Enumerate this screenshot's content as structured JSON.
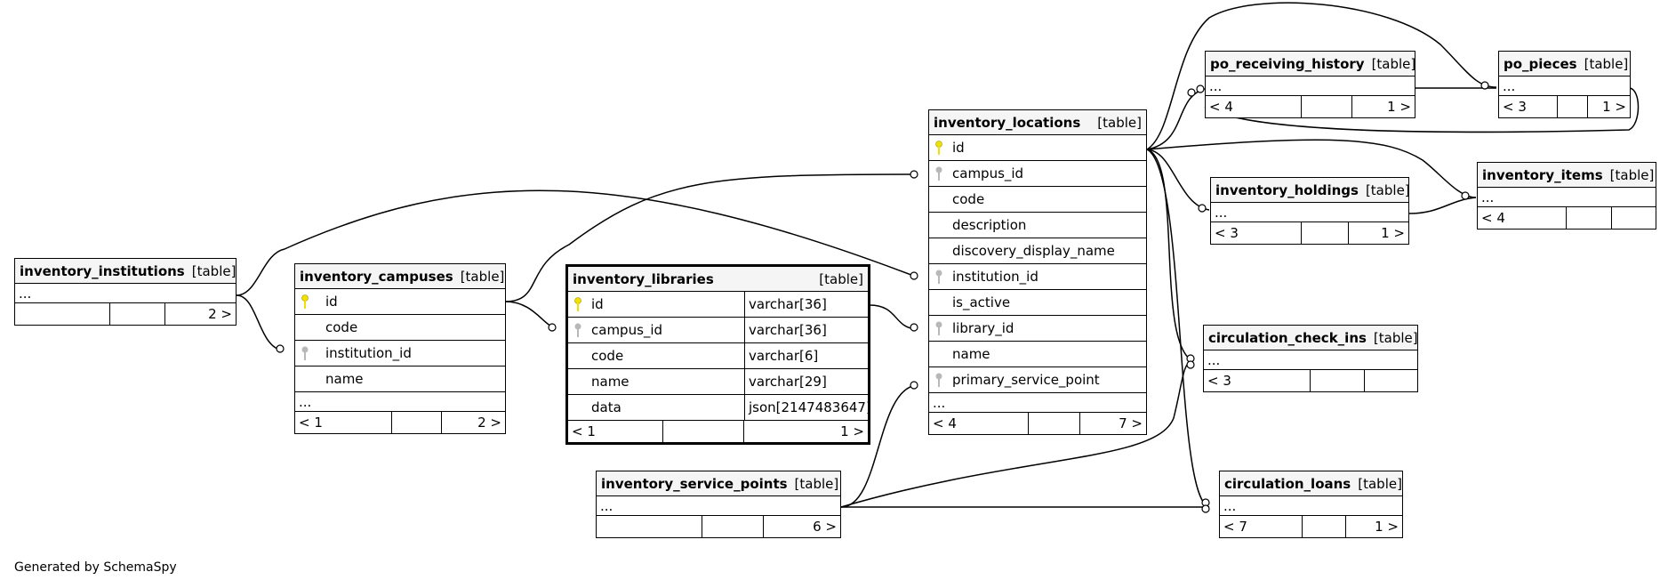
{
  "credit": "Generated by SchemaSpy",
  "colors": {
    "primary_key": "#f0e000",
    "foreign_key": "#b8b8b8",
    "header_bg": "#f5f5f5"
  },
  "tables": {
    "inventory_institutions": {
      "name": "inventory_institutions",
      "kind": "[table]",
      "ellipsis": "...",
      "footer": [
        "",
        "",
        "2 >"
      ]
    },
    "inventory_campuses": {
      "name": "inventory_campuses",
      "kind": "[table]",
      "columns": [
        {
          "name": "id",
          "key": "primary-key-icon"
        },
        {
          "name": "code"
        },
        {
          "name": "institution_id",
          "key": "foreign-key-icon"
        },
        {
          "name": "name"
        }
      ],
      "ellipsis": "...",
      "footer": [
        "< 1",
        "",
        "2 >"
      ]
    },
    "inventory_libraries": {
      "name": "inventory_libraries",
      "kind": "[table]",
      "columns": [
        {
          "name": "id",
          "type": "varchar[36]",
          "key": "primary-key-icon"
        },
        {
          "name": "campus_id",
          "type": "varchar[36]",
          "key": "foreign-key-icon"
        },
        {
          "name": "code",
          "type": "varchar[6]"
        },
        {
          "name": "name",
          "type": "varchar[29]"
        },
        {
          "name": "data",
          "type": "json[2147483647]"
        }
      ],
      "footer": [
        "< 1",
        "",
        "1 >"
      ]
    },
    "inventory_service_points": {
      "name": "inventory_service_points",
      "kind": "[table]",
      "ellipsis": "...",
      "footer": [
        "",
        "",
        "6 >"
      ]
    },
    "inventory_locations": {
      "name": "inventory_locations",
      "kind": "[table]",
      "columns": [
        {
          "name": "id",
          "key": "primary-key-icon"
        },
        {
          "name": "campus_id",
          "key": "foreign-key-icon"
        },
        {
          "name": "code"
        },
        {
          "name": "description"
        },
        {
          "name": "discovery_display_name"
        },
        {
          "name": "institution_id",
          "key": "foreign-key-icon"
        },
        {
          "name": "is_active"
        },
        {
          "name": "library_id",
          "key": "foreign-key-icon"
        },
        {
          "name": "name"
        },
        {
          "name": "primary_service_point",
          "key": "foreign-key-icon"
        }
      ],
      "ellipsis": "...",
      "footer": [
        "< 4",
        "",
        "7 >"
      ]
    },
    "po_receiving_history": {
      "name": "po_receiving_history",
      "kind": "[table]",
      "ellipsis": "...",
      "footer": [
        "< 4",
        "",
        "1 >"
      ]
    },
    "po_pieces": {
      "name": "po_pieces",
      "kind": "[table]",
      "ellipsis": "...",
      "footer": [
        "< 3",
        "",
        "1 >"
      ]
    },
    "inventory_holdings": {
      "name": "inventory_holdings",
      "kind": "[table]",
      "ellipsis": "...",
      "footer": [
        "< 3",
        "",
        "1 >"
      ]
    },
    "inventory_items": {
      "name": "inventory_items",
      "kind": "[table]",
      "ellipsis": "...",
      "footer": [
        "< 4",
        "",
        ""
      ]
    },
    "circulation_check_ins": {
      "name": "circulation_check_ins",
      "kind": "[table]",
      "ellipsis": "...",
      "footer": [
        "< 3",
        "",
        ""
      ]
    },
    "circulation_loans": {
      "name": "circulation_loans",
      "kind": "[table]",
      "ellipsis": "...",
      "footer": [
        "< 7",
        "",
        "1 >"
      ]
    }
  }
}
